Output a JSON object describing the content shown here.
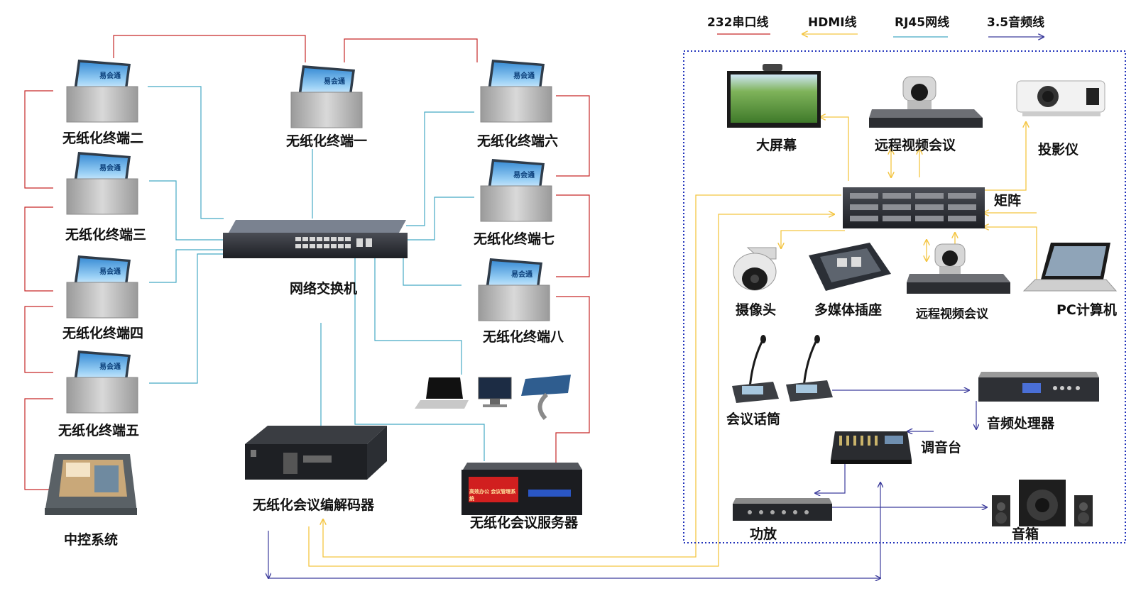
{
  "legend": {
    "serial": "232串口线",
    "hdmi": "HDMI线",
    "rj45": "RJ45网线",
    "audio": "3.5音频线"
  },
  "colors": {
    "serial": "#c62828",
    "hdmi": "#f4c542",
    "rj45": "#45a9c4",
    "audio": "#3c3c9c",
    "frame": "#2233bb"
  },
  "left": {
    "terminal_1": "无纸化终端一",
    "terminal_2": "无纸化终端二",
    "terminal_3": "无纸化终端三",
    "terminal_4": "无纸化终端四",
    "terminal_5": "无纸化终端五",
    "terminal_6": "无纸化终端六",
    "terminal_7": "无纸化终端七",
    "terminal_8": "无纸化终端八",
    "switch": "网络交换机",
    "control": "中控系统",
    "codec": "无纸化会议编解码器",
    "server": "无纸化会议服务器",
    "screen_logo": "易会通",
    "server_panel": "高效办公 会议管理系统"
  },
  "right": {
    "big_screen": "大屏幕",
    "video_conf_top": "远程视频会议",
    "projector": "投影仪",
    "matrix": "矩阵",
    "camera": "摄像头",
    "multimedia": "多媒体插座",
    "video_conf_bottom": "远程视频会议",
    "pc": "PC计算机",
    "mic": "会议话筒",
    "audio_processor": "音频处理器",
    "mixer": "调音台",
    "amplifier": "功放",
    "speaker": "音箱"
  },
  "icons": {
    "terminal": "lift-screen-terminal-icon",
    "switch": "network-switch-icon",
    "control": "control-tablet-icon",
    "codec": "rack-codec-icon",
    "server": "rack-server-icon",
    "clients": "laptop-monitor-kiosk-icon",
    "big_screen": "tv-screen-icon",
    "video_conf": "ptz-video-camera-icon",
    "projector": "projector-icon",
    "matrix": "matrix-switcher-icon",
    "camera": "dome-camera-icon",
    "multimedia": "floor-socket-icon",
    "pc": "laptop-icon",
    "mic": "gooseneck-microphone-icon",
    "audio_processor": "audio-processor-icon",
    "mixer": "mixing-console-icon",
    "amplifier": "amplifier-icon",
    "speaker": "speaker-icon"
  }
}
